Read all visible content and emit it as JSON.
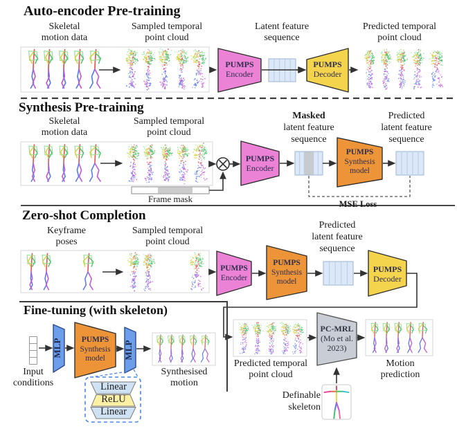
{
  "colors": {
    "encoder": "#EC82D5",
    "decoder": "#F5D44D",
    "synthesis": "#ED9438",
    "mlp": "#6D9EEB",
    "pcmrl": "#C9CDD5",
    "linear": "#CFE2F3",
    "relu": "#FBF0A3",
    "latent_fill": "#DCE8F7",
    "masked_cell": "#C6C6C6",
    "detail_border": "#4A86E8",
    "arrow": "#333333"
  },
  "icons": {
    "multiply_operator": "circle-cross-multiply"
  },
  "sections": {
    "autoencoder": {
      "title": "Auto-encoder Pre-training",
      "labels": {
        "input": [
          "Skeletal",
          "motion data"
        ],
        "sampled": [
          "Sampled temporal",
          "point cloud"
        ],
        "latent": [
          "Latent feature",
          "sequence"
        ],
        "output": [
          "Predicted temporal",
          "point cloud"
        ]
      },
      "blocks": {
        "encoder": [
          "PUMPS",
          "Encoder"
        ],
        "decoder": [
          "PUMPS",
          "Decoder"
        ]
      }
    },
    "synthesis": {
      "title": "Synthesis Pre-training",
      "labels": {
        "input": [
          "Skeletal",
          "motion data"
        ],
        "sampled": [
          "Sampled temporal",
          "point cloud"
        ],
        "masked": [
          "Masked",
          "latent feature",
          "sequence"
        ],
        "predicted": [
          "Predicted",
          "latent feature",
          "sequence"
        ],
        "frame_mask": "Frame mask",
        "mse_loss": "MSE Loss"
      },
      "blocks": {
        "encoder": [
          "PUMPS",
          "Encoder"
        ],
        "synthesis": [
          "PUMPS",
          "Synthesis",
          "model"
        ]
      }
    },
    "zeroshot": {
      "title": "Zero-shot Completion",
      "labels": {
        "keyframe": [
          "Keyframe",
          "poses"
        ],
        "sampled": [
          "Sampled temporal",
          "point cloud"
        ],
        "predicted_latent": [
          "Predicted",
          "latent feature",
          "sequence"
        ],
        "predicted_cloud": [
          "Predicted temporal",
          "point cloud"
        ],
        "motion_prediction": [
          "Motion",
          "prediction"
        ],
        "definable_skeleton": [
          "Definable",
          "skeleton"
        ]
      },
      "blocks": {
        "encoder": [
          "PUMPS",
          "Encoder"
        ],
        "synthesis": [
          "PUMPS",
          "Synthesis",
          "model"
        ],
        "decoder": [
          "PUMPS",
          "Decoder"
        ],
        "pcmrl": [
          "PC-MRL",
          "(Mo et al.",
          "2023)"
        ]
      }
    },
    "finetuning": {
      "title": "Fine-tuning (with skeleton)",
      "labels": {
        "input": [
          "Input",
          "conditions"
        ],
        "output": [
          "Synthesised",
          "motion"
        ]
      },
      "blocks": {
        "mlp1": "MLP",
        "synthesis": [
          "PUMPS",
          "Synthesis",
          "model"
        ],
        "mlp2": "MLP",
        "mlp_detail": [
          "Linear",
          "ReLU",
          "Linear"
        ]
      }
    }
  }
}
